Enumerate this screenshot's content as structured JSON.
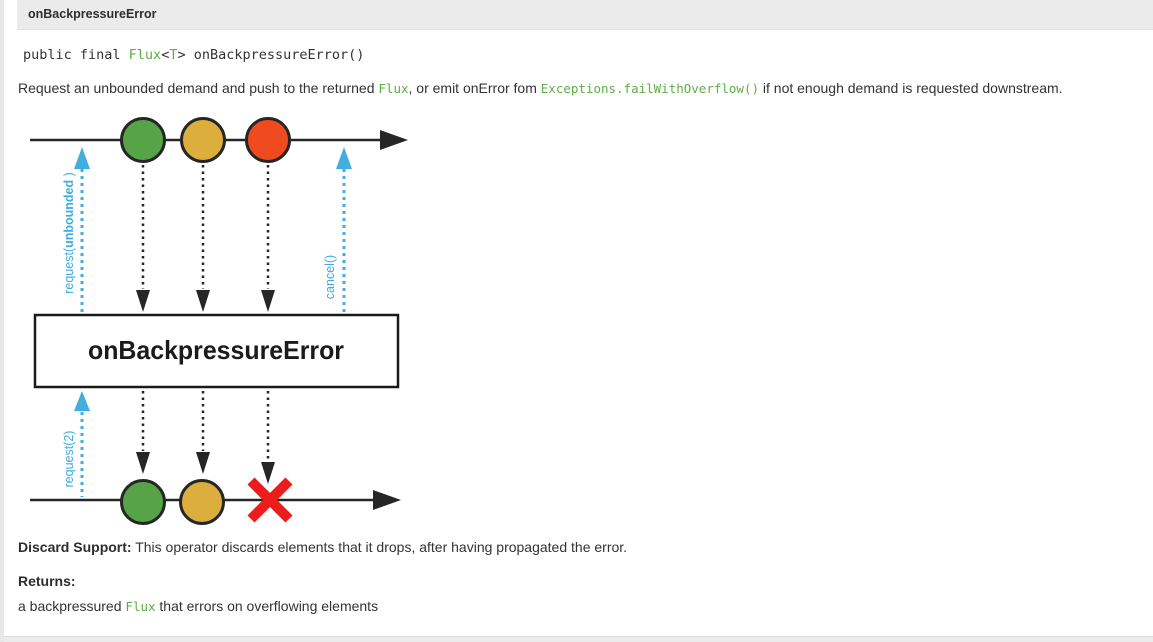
{
  "header": {
    "title": "onBackpressureError"
  },
  "signature": {
    "modifiers": "public final ",
    "return_type": "Flux",
    "generic_open": "<",
    "type_param": "T",
    "generic_close_and_name": "> onBackpressureError()"
  },
  "description": {
    "text_1": "Request an unbounded demand and push to the returned ",
    "code_1": "Flux",
    "text_2": ", or emit onError fom ",
    "code_2": "Exceptions.failWithOverflow()",
    "text_3": " if not enough demand is requested downstream."
  },
  "diagram": {
    "box_label": "onBackpressureError",
    "request_top_prefix": "request(",
    "request_top_bold": "unbounded",
    "request_top_suffix": " )",
    "cancel_label": "cancel()",
    "request_bottom_label": "request(2)",
    "colors": {
      "marble_green": "#56a447",
      "marble_amber": "#dcae3e",
      "marble_red": "#f04b1e",
      "error_x_red": "#ec1c1c",
      "signal_blue": "#41aedd",
      "timeline_black": "#262626"
    }
  },
  "discard": {
    "label": "Discard Support:",
    "text": " This operator discards elements that it drops, after having propagated the error."
  },
  "returns": {
    "label": "Returns:",
    "text_1": "a backpressured ",
    "code_1": "Flux",
    "text_2": " that errors on overflowing elements"
  },
  "theme": {
    "code_green": "#5fae46",
    "header_bg": "#ebebeb",
    "body_text": "#333333"
  }
}
